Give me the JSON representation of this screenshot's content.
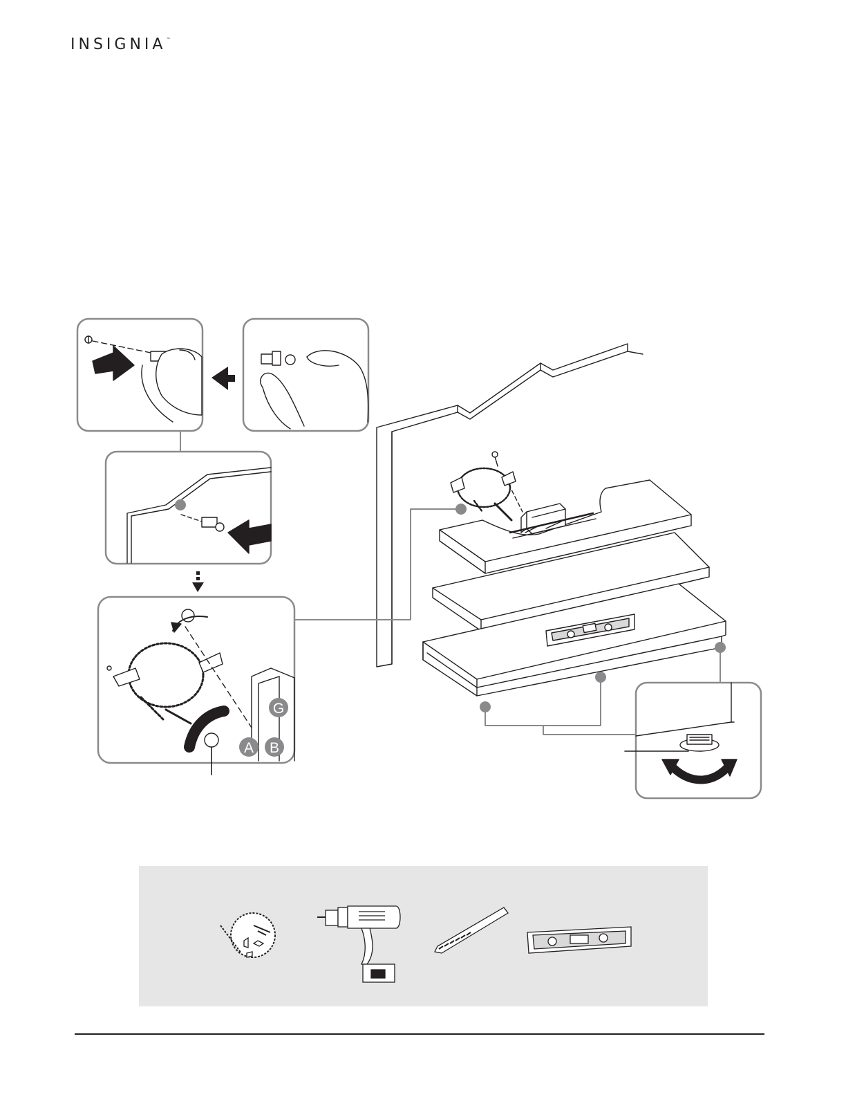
{
  "brand": {
    "logo_text": "INSIGNIA",
    "trademark": "™"
  },
  "diagram": {
    "callout_letters": [
      "A",
      "B",
      "G"
    ],
    "colors": {
      "line": "#231f20",
      "callout_frame": "#8a8a8c",
      "badge": "#8a8a8c",
      "tools_panel": "#e6e6e7"
    }
  },
  "tools": [
    {
      "icon": "wall-anchor-kit-icon"
    },
    {
      "icon": "power-drill-icon"
    },
    {
      "icon": "drill-bit-icon"
    },
    {
      "icon": "spirit-level-icon"
    }
  ]
}
